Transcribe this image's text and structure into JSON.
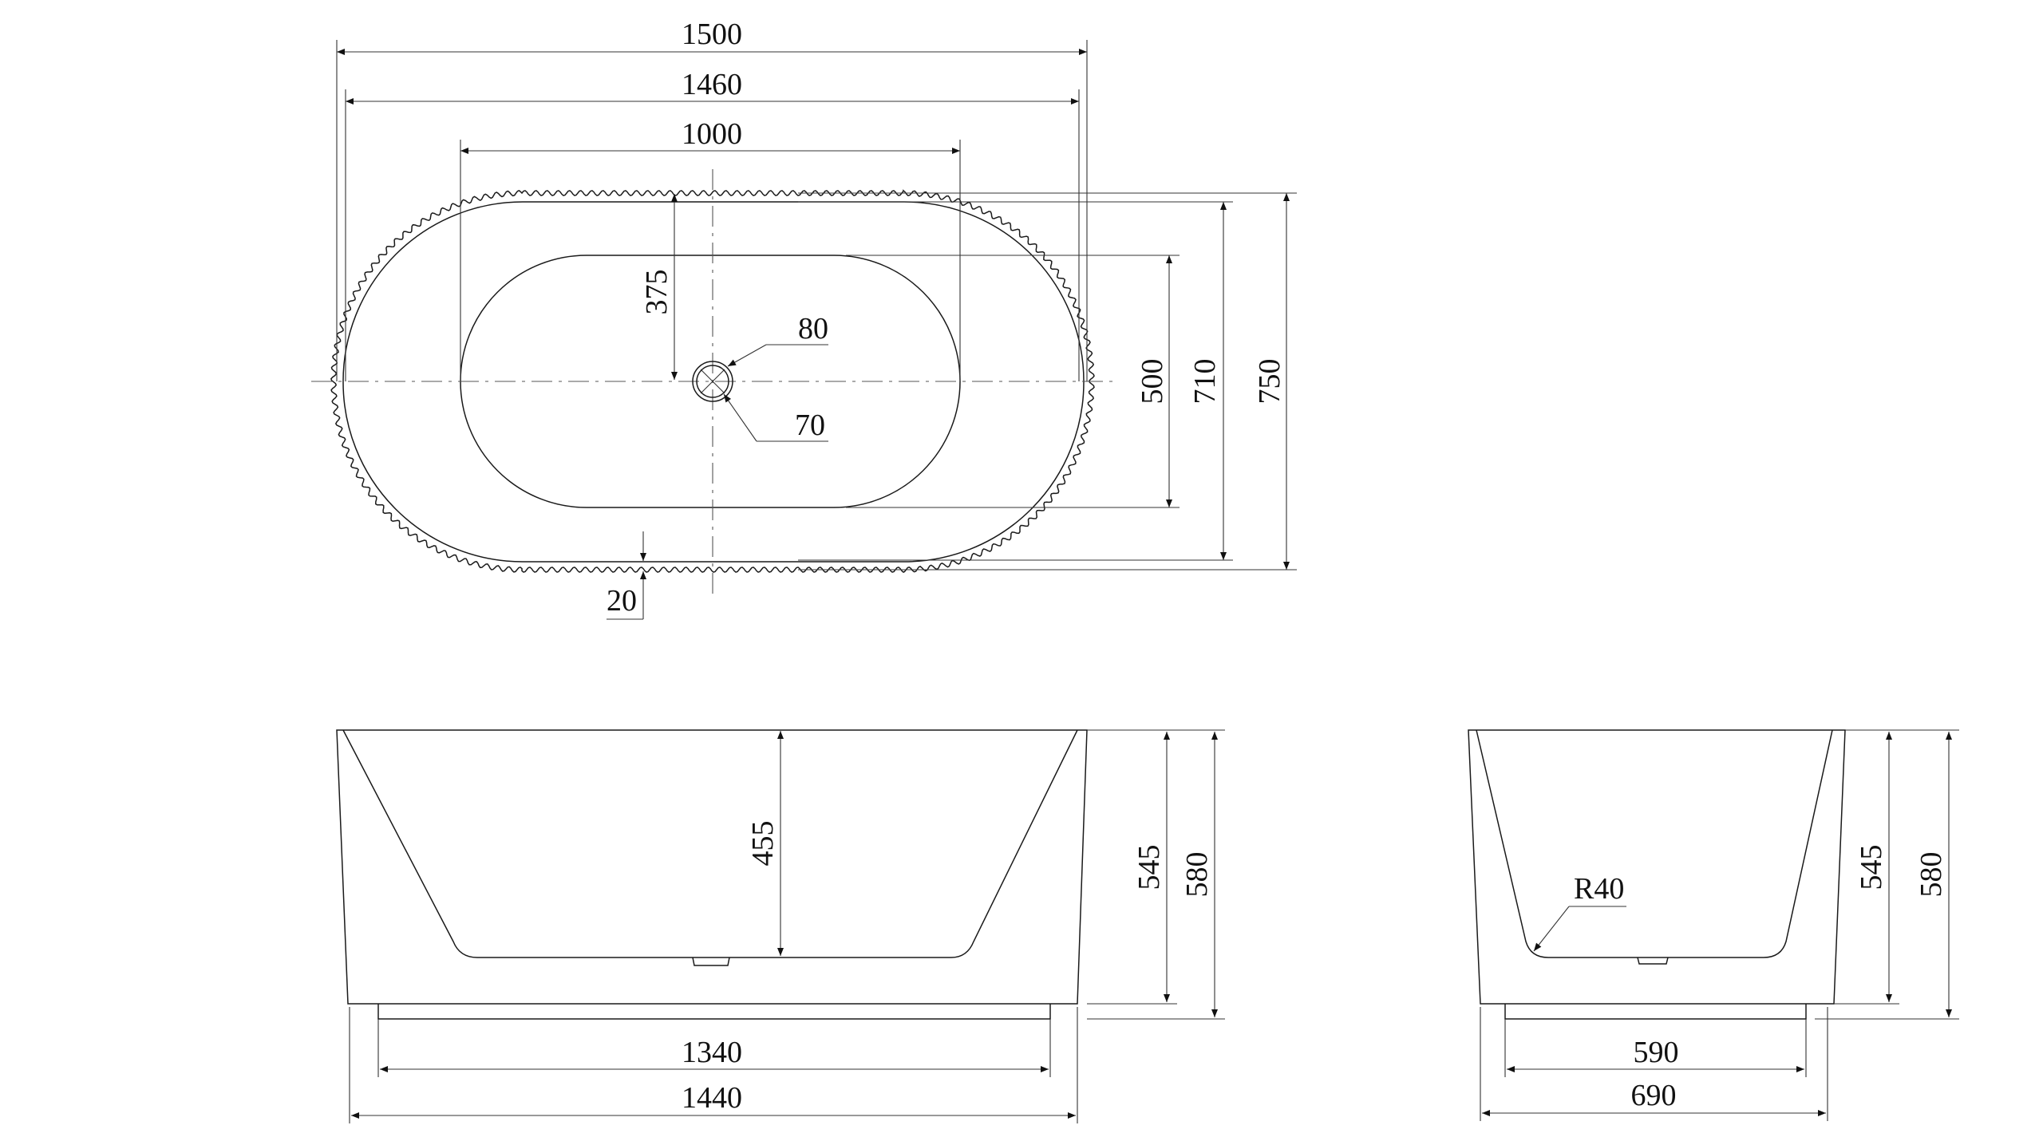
{
  "drawing": {
    "plan": {
      "overall_length": "1500",
      "rim_length": "1460",
      "basin_length": "1000",
      "overall_width": "750",
      "rim_width": "710",
      "basin_width": "500",
      "drain_offset": "375",
      "drain_outer": "80",
      "drain_inner": "70",
      "rim_thickness": "20"
    },
    "front": {
      "basin_depth": "455",
      "wall_height": "545",
      "total_height": "580",
      "base_length": "1340",
      "bottom_length": "1440"
    },
    "side": {
      "corner_radius": "R40",
      "wall_height": "545",
      "total_height": "580",
      "base_width": "590",
      "bottom_width": "690"
    }
  },
  "colors": {
    "line": "#1a1a1a",
    "background": "#ffffff"
  }
}
